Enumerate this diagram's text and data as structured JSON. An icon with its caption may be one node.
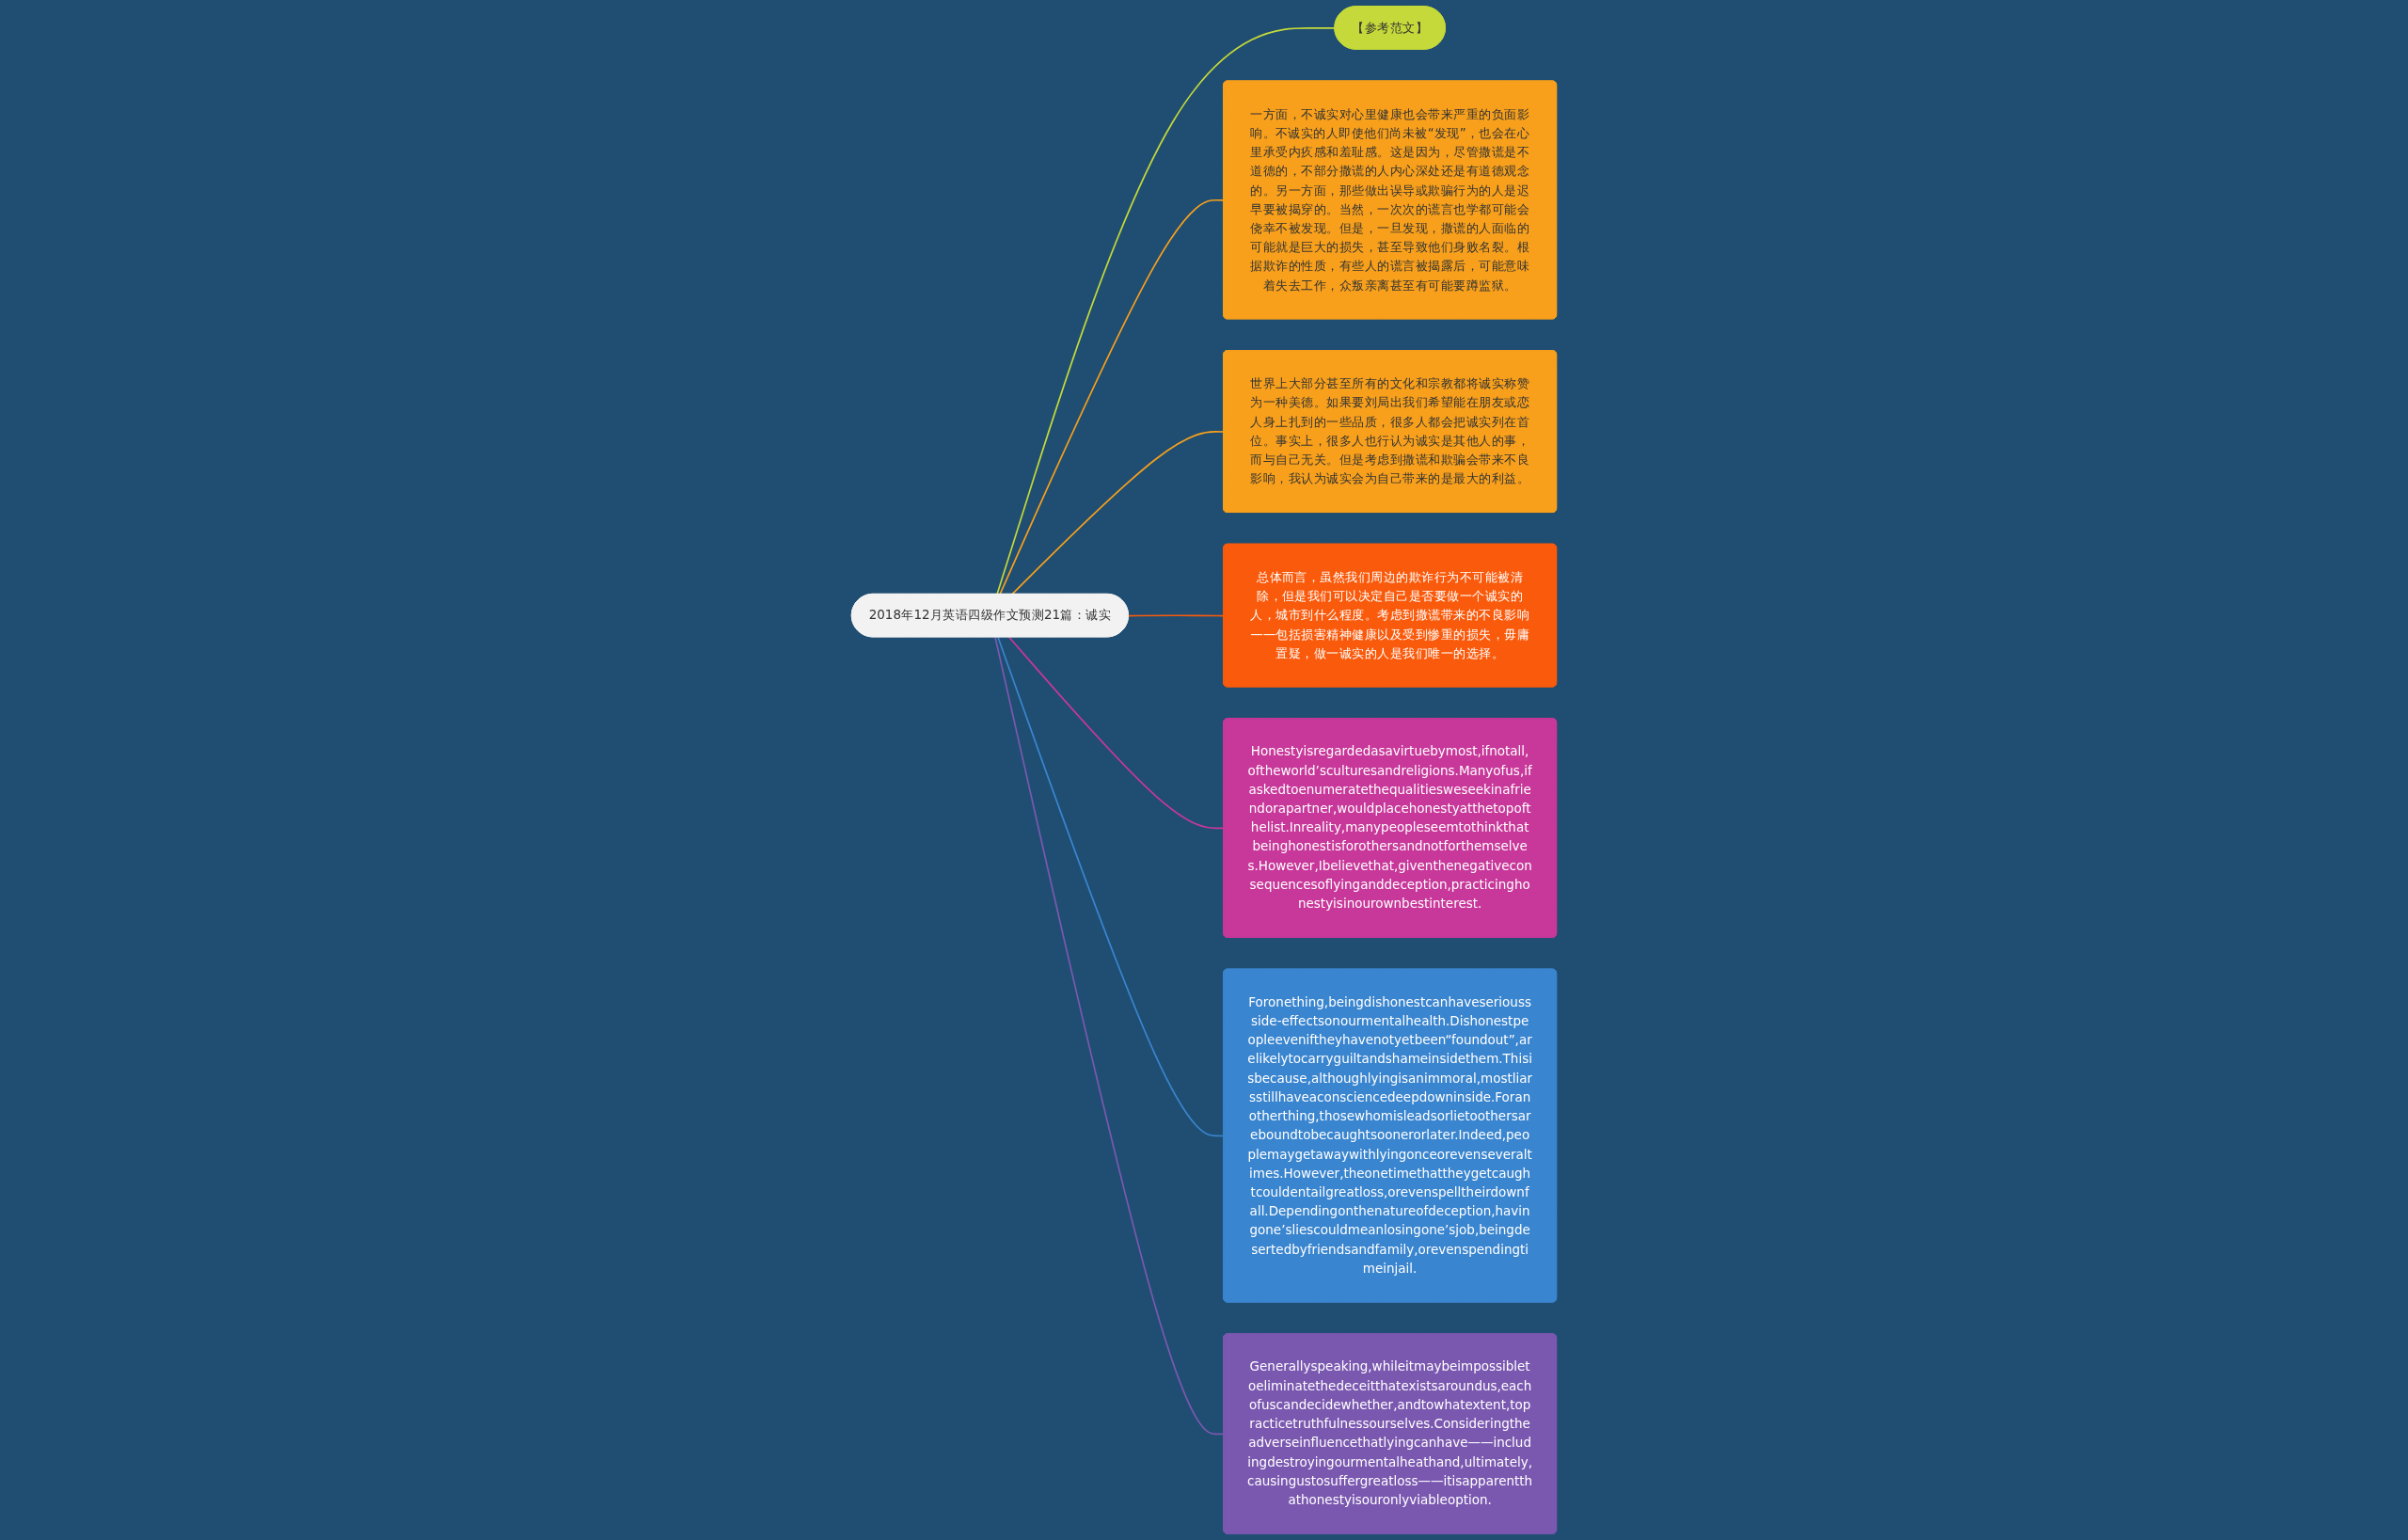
{
  "diagram": {
    "nodes": [
      {
        "text": [
          "2018年12月英语四级作文预测21篇：诚实"
        ]
      },
      {
        "text": [
          "【参考范文】"
        ]
      },
      {
        "text": [
          "一方面，不诚实对心里健康也会带来严重的负面影响。不诚实的人即使他们尚未被“发现”，也会在心里承受内疚感和羞耻感。这是因为，尽管撒谎是不道德的，不部分撒谎的人内心深处还是有道德观念的。另一方面，那些做出误导或欺骗行为的人是迟早要被揭穿的。当然，一次次的谎言也学都可能会侥幸不被发现。但是，一旦发现，撒谎的人面临的可能就是巨大的损失，甚至导致他们身败名裂。根据欺诈的性质，有些人的谎言被揭露后，可能意味着失去工作，众叛亲离甚至有可能要蹲监狱。"
        ]
      },
      {
        "text": [
          "世界上大部分甚至所有的文化和宗教都将诚实称赞为一种美德。如果要刘局出我们希望能在朋友或恋人身上扎到的一些品质，很多人都会把诚实列在首位。事实上，很多人也行认为诚实是其他人的事，而与自己无关。但是考虑到撒谎和欺骗会带来不良影响，我认为诚实会为自己带来的是最大的利益。"
        ]
      },
      {
        "text": [
          "总体而言，虽然我们周边的欺诈行为不可能被清除，但是我们可以决定自己是否要做一个诚实的人，城市到什么程度。考虑到撒谎带来的不良影响——包括损害精神健康以及受到惨重的损失，毋庸置疑，做一诚实的人是我们唯一的选择。"
        ]
      },
      {
        "text": [
          "Honestyisregardedasavirtuebymost,ifnotall,oftheworld’sculturesandreligions.Manyofus,ifaskedtoenumeratethequalitiesweseekinafriendorapartner,wouldplacehonestyatthetopofthelist.Inreality,manypeopleseemtothinkthatbeinghonestisforothersandnotforthemselves.However,Ibelievethat,giventhenegativeconsequencesoflyinganddeception,practicinghonestyisinourownbestinterest."
        ]
      },
      {
        "text": [
          "Foronething,beingdishonestcanhaveserioussside-effectsonourmentalhealth.Dishonestpeopleeveniftheyhavenotyetbeen“foundout”,arelikelytocarryguiltandshameinsidethem.Thisisbecause,althoughlyingisanimmoral,mostliarsstillhaveaconsciencedeepdowninside.Foranotherthing,thosewhomisleadsorlietoothersareboundtobecaughtsoonerorlater.Indeed,peoplemaygetawaywithlyingonceorevenseveraltimes.However,theonetimethattheygetcaughtcouldentailgreatloss,orevenspelltheirdownfall.Dependingonthenatureofdeception,havingone’sliescouldmeanlosingone’sjob,beingdesertedbyfriendsandfamily,orevenspendingtimeinjail."
        ]
      },
      {
        "text": [
          "Generallyspeaking,whileitmaybeimpossibletoeliminatethedeceitthatexistsaroundus,eachofuscandecidewhether,andtowhatextent,topracticetruthfulnessourselves.Consideringtheadverseinfluencethatlyingcanhave——includingdestroyingourmentalheathand,ultimately,causingustosuffergreatloss——itisapparentthathonestyisouronlyviableoption."
        ]
      }
    ],
    "edges": [
      {
        "from": 0,
        "to": 1,
        "arrow": "none",
        "color": "#c5d93a"
      },
      {
        "from": 0,
        "to": 2,
        "arrow": "none",
        "color": "#f8a01c"
      },
      {
        "from": 0,
        "to": 3,
        "arrow": "none",
        "color": "#f8a01c"
      },
      {
        "from": 0,
        "to": 4,
        "arrow": "none",
        "color": "#fa5a0b"
      },
      {
        "from": 0,
        "to": 5,
        "arrow": "none",
        "color": "#c8389a"
      },
      {
        "from": 0,
        "to": 6,
        "arrow": "none",
        "color": "#3a85cf"
      },
      {
        "from": 0,
        "to": 7,
        "arrow": "none",
        "color": "#7b58b0"
      }
    ]
  }
}
